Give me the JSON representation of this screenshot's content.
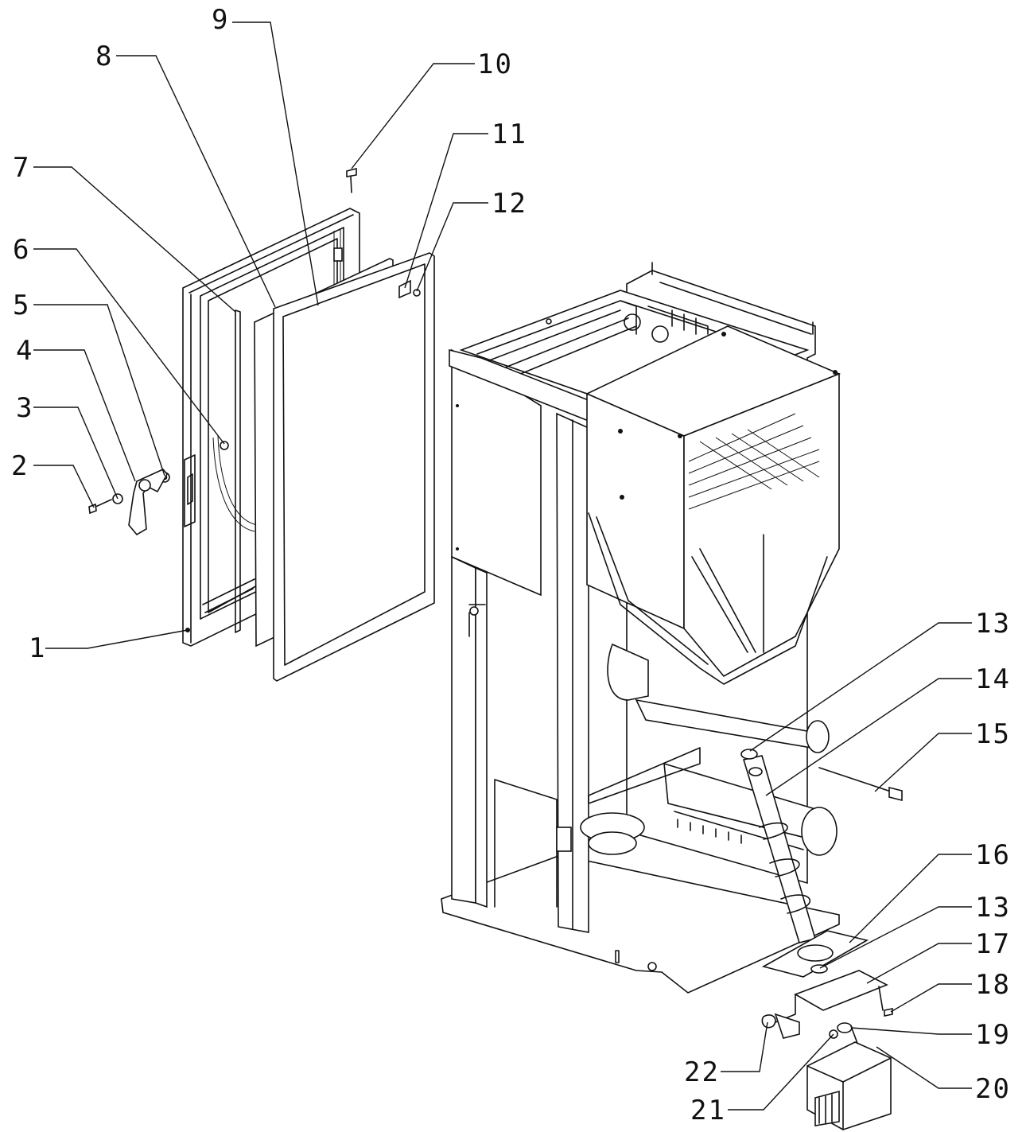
{
  "callouts": [
    {
      "id": "1",
      "label": "1"
    },
    {
      "id": "2",
      "label": "2"
    },
    {
      "id": "3",
      "label": "3"
    },
    {
      "id": "4",
      "label": "4"
    },
    {
      "id": "5",
      "label": "5"
    },
    {
      "id": "6",
      "label": "6"
    },
    {
      "id": "7",
      "label": "7"
    },
    {
      "id": "8",
      "label": "8"
    },
    {
      "id": "9",
      "label": "9"
    },
    {
      "id": "10",
      "label": "10"
    },
    {
      "id": "11",
      "label": "11"
    },
    {
      "id": "12",
      "label": "12"
    },
    {
      "id": "13a",
      "label": "13"
    },
    {
      "id": "14",
      "label": "14"
    },
    {
      "id": "15",
      "label": "15"
    },
    {
      "id": "16",
      "label": "16"
    },
    {
      "id": "13b",
      "label": "13"
    },
    {
      "id": "17",
      "label": "17"
    },
    {
      "id": "18",
      "label": "18"
    },
    {
      "id": "19",
      "label": "19"
    },
    {
      "id": "20",
      "label": "20"
    },
    {
      "id": "21",
      "label": "21"
    },
    {
      "id": "22",
      "label": "22"
    }
  ]
}
